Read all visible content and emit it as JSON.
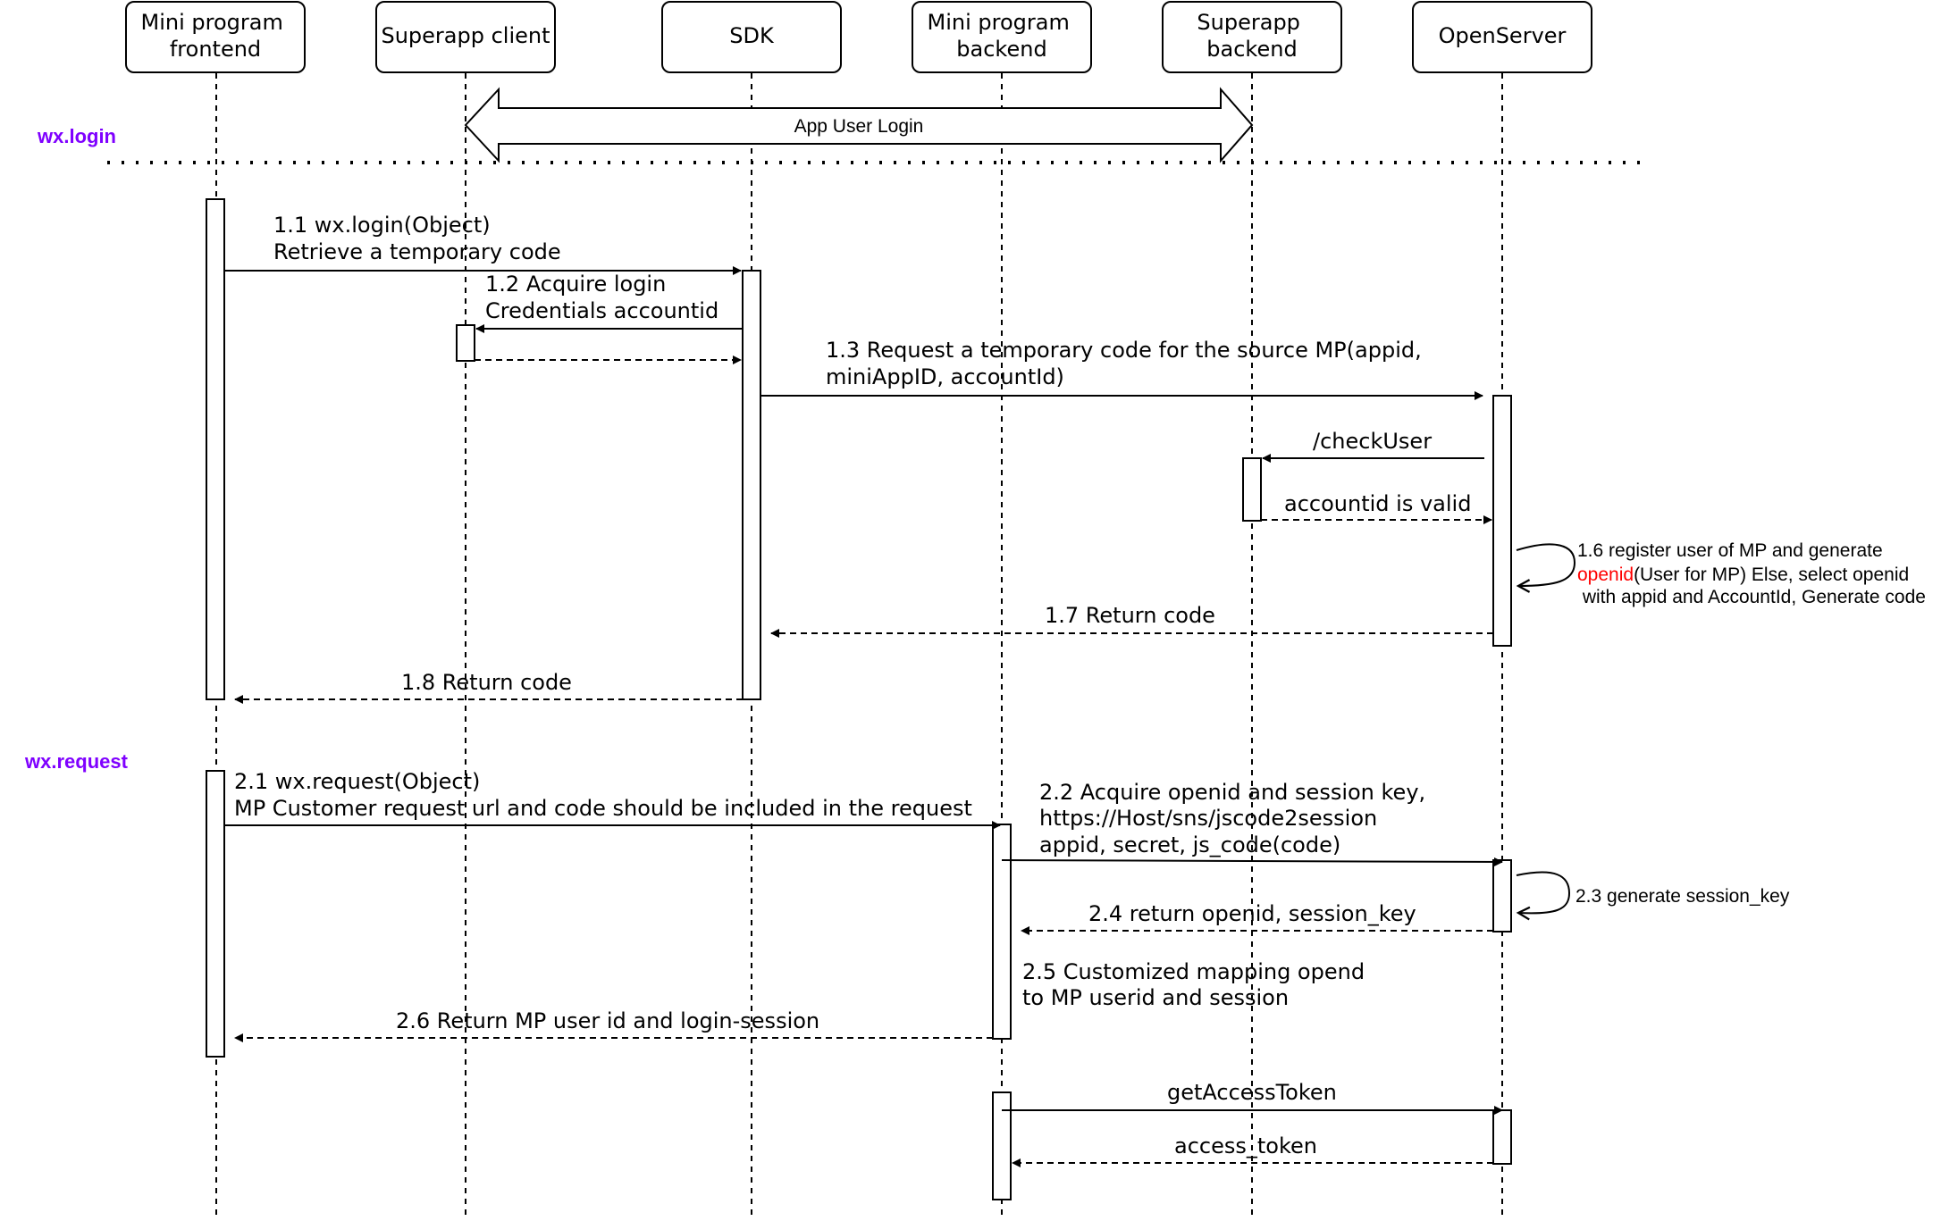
{
  "participants": [
    {
      "id": "mp_frontend",
      "label": "Mini program\nfrontend"
    },
    {
      "id": "superapp_client",
      "label": "Superapp client"
    },
    {
      "id": "sdk",
      "label": "SDK"
    },
    {
      "id": "mp_backend",
      "label": "Mini program\nbackend"
    },
    {
      "id": "superapp_backend",
      "label": "Superapp\nbackend"
    },
    {
      "id": "openserver",
      "label": "OpenServer"
    }
  ],
  "banner": {
    "label": "App User Login"
  },
  "sections": [
    {
      "id": "wx_login",
      "label": "wx.login"
    },
    {
      "id": "wx_request",
      "label": "wx.request"
    }
  ],
  "colors": {
    "section_label": "#7f00ff",
    "highlight": "#ff0000",
    "line": "#000000"
  },
  "messages": [
    {
      "id": "m1_1",
      "label": "1.1 wx.login(Object)\nRetrieve a temporary code"
    },
    {
      "id": "m1_2",
      "label": "1.2 Acquire login\nCredentials accountid"
    },
    {
      "id": "m1_2r",
      "label": ""
    },
    {
      "id": "m1_3",
      "label": "1.3 Request a temporary code for the source MP(appid,\nminiAppID, accountId)"
    },
    {
      "id": "m1_4",
      "label": "/checkUser"
    },
    {
      "id": "m1_5",
      "label": "accountid is valid"
    },
    {
      "id": "m1_6",
      "label": "1.6 register user of MP and generate",
      "label2_highlight": "openid",
      "label2_rest": "(User for MP) Else, select openid",
      "label3": " with appid and AccountId, Generate code"
    },
    {
      "id": "m1_7",
      "label": "1.7 Return code"
    },
    {
      "id": "m1_8",
      "label": "1.8 Return code"
    },
    {
      "id": "m2_1",
      "label": "2.1 wx.request(Object)\nMP Customer request url and code should be included in the request"
    },
    {
      "id": "m2_2",
      "label": "2.2 Acquire openid and session key,\nhttps://Host/sns/jscode2session\nappid, secret, js_code(code)"
    },
    {
      "id": "m2_3",
      "label": "2.3 generate session_key"
    },
    {
      "id": "m2_4",
      "label": "2.4 return openid, session_key"
    },
    {
      "id": "m2_5",
      "label": "2.5 Customized mapping opend\nto MP userid and session"
    },
    {
      "id": "m2_6",
      "label": "2.6 Return MP user id and login-session"
    },
    {
      "id": "m3_1",
      "label": "getAccessToken"
    },
    {
      "id": "m3_2",
      "label": "access_token"
    }
  ]
}
